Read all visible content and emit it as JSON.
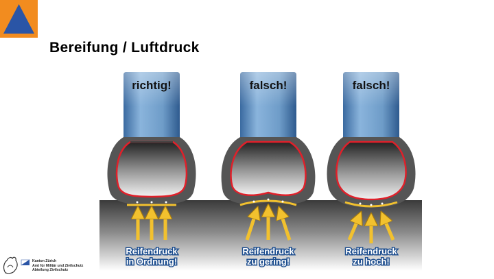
{
  "slide": {
    "title": "Bereifung / Luftdruck"
  },
  "diagram": {
    "panels": [
      {
        "header": "richtig!",
        "caption_line1": "Reifendruck",
        "caption_line2": "in Ordnung!"
      },
      {
        "header": "falsch!",
        "caption_line1": "Reifendruck",
        "caption_line2": "zu gering!"
      },
      {
        "header": "falsch!",
        "caption_line1": "Reifendruck",
        "caption_line2": "zu hoch!"
      }
    ]
  },
  "footer": {
    "line1": "Kanton Zürich",
    "line2": "Amt für Militär und Zivilschutz",
    "line3": "Abteilung Zivilschutz"
  },
  "colors": {
    "logo_orange": "#f28c1f",
    "logo_blue": "#2a55a6",
    "rim_blue": "#5a8cc0",
    "tire_gray": "#555555",
    "tire_inner_red": "#e0202a",
    "arrow_yellow": "#f2c12e",
    "caption_blue": "#1f4f8f"
  }
}
